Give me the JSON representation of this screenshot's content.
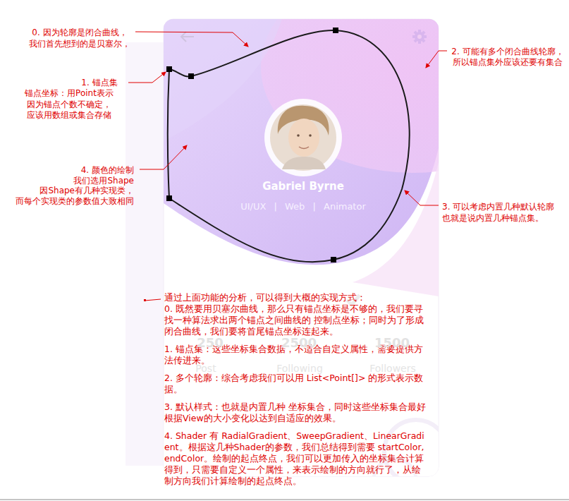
{
  "diagram": {
    "labels": [
      "0. 因为轮廓是闭合曲线，",
      "我们首先想到的是贝塞尔，",
      "2. 可能有多个闭合曲线轮廓，",
      "所以锚点集外应该还要有集合",
      "1. 锚点集",
      "锚点坐标：用Point表示",
      "因为锚点个数不确定，",
      "应该用数组或集合存储",
      "4. 颜色的绘制",
      "我们选用Shape",
      "因Shape有几种实现类，",
      "而每个实现类的参数值大致相同",
      "3. 可以考虑内置几种默认轮廓",
      "也就是说内置几种锚点集。",
      "通过上面功能的分析，可以得到大概的实现方式：",
      "0. 既然要用贝塞尔曲线，那么只有锚点坐标是不够的，我们要寻找一种算法求出两个锚点之间曲线的 控制点坐标；同时为了形成闭合曲线，我们要将首尾锚点坐标连起来。",
      "1. 锚点集：这些坐标集合数据，不适合自定义属性，需要提供方法传进来。",
      "2. 多个轮廓：综合考虑我们可以用 List<Point[]> 的形式表示数据。",
      "3. 默认样式：也就是内置几种 坐标集合，同时这些坐标集合最好根据View的大小变化以达到自适应的效果。",
      "4. Shader 有 RadialGradient、SweepGradient、LinearGradient。根据这几种Shader的参数，我们总结得到需要 startColor,endColor。绘制的起点终点，我们可以更加传入的坐标集合计算得到，只需要自定义一个属性，来表示绘制的方向就行了，从绘制方向我们计算绘制的起点终点。",
      "Gabriel Byrne",
      "UI/UX | Web | Animator",
      "250",
      "2500",
      "1500",
      "Post",
      "Following",
      "Followers"
    ]
  }
}
